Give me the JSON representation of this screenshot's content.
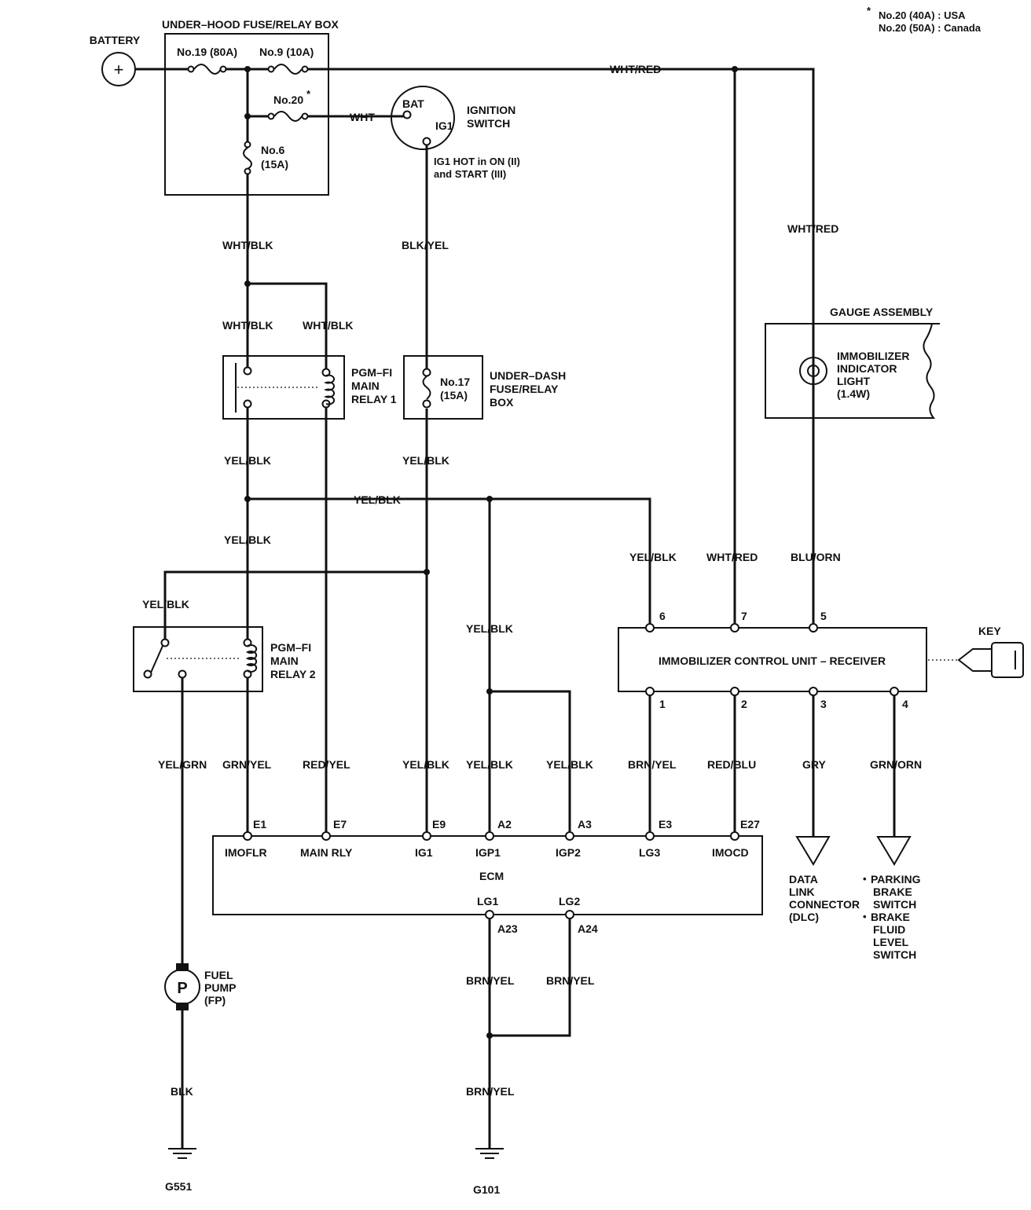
{
  "footnote": {
    "star": "*",
    "line1": "No.20 (40A)  : USA",
    "line2": "No.20 (50A)  : Canada"
  },
  "battery": {
    "label": "BATTERY",
    "symbol": "+"
  },
  "underhood_box": {
    "title": "UNDER–HOOD FUSE/RELAY BOX",
    "fuse19": "No.19 (80A)",
    "fuse9": "No.9 (10A)",
    "fuse20": "No.20",
    "fuse20_star": "*",
    "fuse6_line1": "No.6",
    "fuse6_line2": "(15A)"
  },
  "ignition": {
    "label_line1": "IGNITION",
    "label_line2": "SWITCH",
    "bat": "BAT",
    "ig1": "IG1",
    "note_line1": "IG1 HOT in ON (II)",
    "note_line2": "and START (III)"
  },
  "wires": {
    "wht": "WHT",
    "wht_red_top": "WHT/RED",
    "wht_red_gauge": "WHT/RED",
    "wht_blk_main": "WHT/BLK",
    "wht_blk_left": "WHT/BLK",
    "wht_blk_right": "WHT/BLK",
    "blk_yel": "BLK/YEL",
    "yel_blk_relay1": "YEL/BLK",
    "yel_blk_fuse17": "YEL/BLK",
    "yel_blk_bus": "YEL/BLK",
    "yel_blk_left2": "YEL/BLK",
    "yel_blk_relay2": "YEL/BLK",
    "yel_blk_igp": "YEL/BLK",
    "yel_blk_imm": "YEL/BLK",
    "wht_red_imm": "WHT/RED",
    "blu_orn": "BLU/ORN",
    "yel_grn": "YEL/GRN",
    "grn_yel": "GRN/YEL",
    "red_yel": "RED/YEL",
    "yel_blk_e9": "YEL/BLK",
    "yel_blk_a2": "YEL/BLK",
    "yel_blk_a3": "YEL/BLK",
    "brn_yel_e3": "BRN/YEL",
    "red_blu": "RED/BLU",
    "gry": "GRY",
    "grn_orn": "GRN/ORN",
    "brn_yel_a23": "BRN/YEL",
    "brn_yel_a24": "BRN/YEL",
    "brn_yel_g101": "BRN/YEL",
    "blk": "BLK"
  },
  "relay1": {
    "line1": "PGM–FI",
    "line2": "MAIN",
    "line3": "RELAY 1"
  },
  "relay2": {
    "line1": "PGM–FI",
    "line2": "MAIN",
    "line3": "RELAY 2"
  },
  "underdash": {
    "fuse_line1": "No.17",
    "fuse_line2": "(15A)",
    "label_line1": "UNDER–DASH",
    "label_line2": "FUSE/RELAY",
    "label_line3": "BOX"
  },
  "gauge": {
    "title": "GAUGE ASSEMBLY",
    "line1": "IMMOBILIZER",
    "line2": "INDICATOR",
    "line3": "LIGHT",
    "line4": "(1.4W)"
  },
  "immobilizer": {
    "title": "IMMOBILIZER CONTROL UNIT – RECEIVER",
    "pin6": "6",
    "pin7": "7",
    "pin5": "5",
    "pin1": "1",
    "pin2": "2",
    "pin3": "3",
    "pin4": "4"
  },
  "key": {
    "label": "KEY"
  },
  "ecm": {
    "title": "ECM",
    "e1": "E1",
    "e7": "E7",
    "e9": "E9",
    "a2": "A2",
    "a3": "A3",
    "e3": "E3",
    "e27": "E27",
    "imoflr": "IMOFLR",
    "mainrly": "MAIN RLY",
    "ig1": "IG1",
    "igp1": "IGP1",
    "igp2": "IGP2",
    "lg3": "LG3",
    "imocd": "IMOCD",
    "lg1": "LG1",
    "lg2": "LG2",
    "a23": "A23",
    "a24": "A24"
  },
  "dlc": {
    "line1": "DATA",
    "line2": "LINK",
    "line3": "CONNECTOR",
    "line4": "(DLC)"
  },
  "brake": {
    "b1_line1": "PARKING",
    "b1_line2": "BRAKE",
    "b1_line3": "SWITCH",
    "b2_line1": "BRAKE",
    "b2_line2": "FLUID",
    "b2_line3": "LEVEL",
    "b2_line4": "SWITCH",
    "bullet": "•"
  },
  "fuel_pump": {
    "line1": "FUEL",
    "line2": "PUMP",
    "line3": "(FP)",
    "symbol": "P"
  },
  "grounds": {
    "g551": "G551",
    "g101": "G101"
  }
}
